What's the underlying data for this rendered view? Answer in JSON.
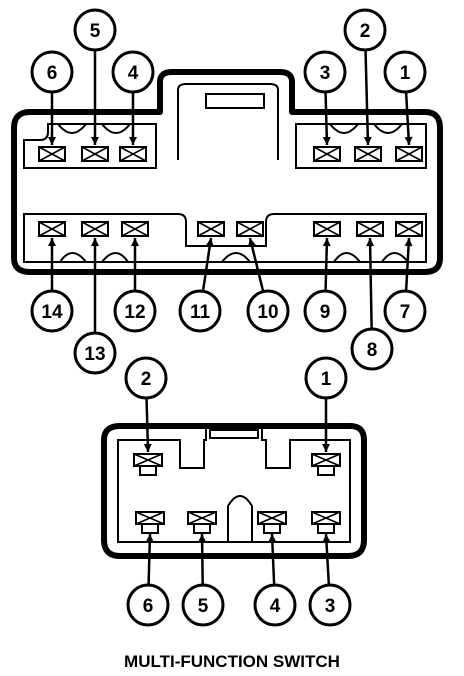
{
  "caption": "MULTI-FUNCTION SWITCH",
  "upper_connector": {
    "top_pins": [
      "6",
      "5",
      "4",
      "3",
      "2",
      "1"
    ],
    "bottom_pins": [
      "14",
      "13",
      "12",
      "11",
      "10",
      "9",
      "8",
      "7"
    ]
  },
  "lower_connector": {
    "top_pins": [
      "2",
      "1"
    ],
    "bottom_pins": [
      "6",
      "5",
      "4",
      "3"
    ]
  }
}
